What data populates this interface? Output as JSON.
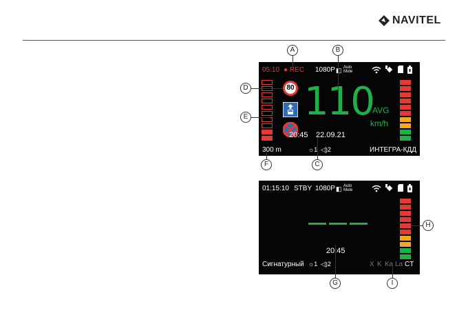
{
  "brand": {
    "name": "NAVITEL",
    "logo_icon": "navitel-logo-icon"
  },
  "screen_recording": {
    "time": "05:10",
    "rec_label": "● REC",
    "resolution": "1080P",
    "auto_mute": [
      "Auto",
      "Mute"
    ],
    "speed_limit": "80",
    "speed": "110",
    "avg_label": "AVG",
    "unit": "km/h",
    "clock": "20:45",
    "date": "22.09.21",
    "distance": "300 m",
    "camera_name": "ИНТЕГРА-КДД",
    "volume_1": "1",
    "volume_2": "2"
  },
  "screen_standby": {
    "time": "01:15:10",
    "mode": "STBY",
    "resolution": "1080P",
    "auto_mute": [
      "Auto",
      "Mute"
    ],
    "clock": "20:45",
    "signature_label": "Сигнатурный",
    "volume_1": "1",
    "volume_2": "2",
    "bands": [
      "X",
      "K",
      "Ka",
      "La",
      "CT"
    ]
  },
  "callouts": [
    "A",
    "B",
    "C",
    "D",
    "E",
    "F",
    "G",
    "H",
    "I"
  ],
  "colors": {
    "red": "#e53935",
    "green": "#20b04b",
    "amber": "#f5a623",
    "screen_bg": "#050505"
  }
}
